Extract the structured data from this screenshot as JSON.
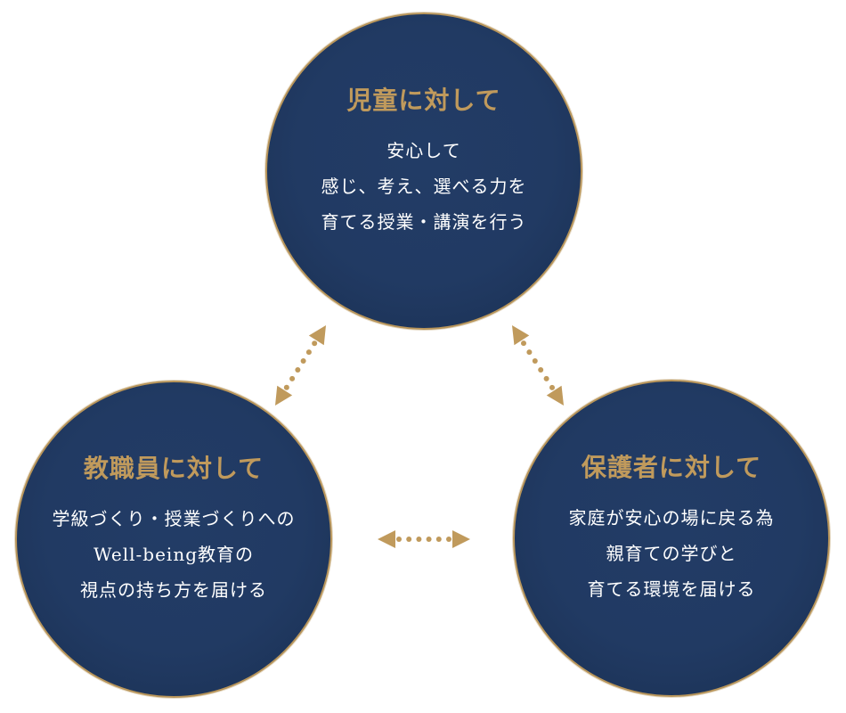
{
  "colors": {
    "circle_fill": "#213a63",
    "accent_gold": "#c09a5c",
    "body_text": "#ffffff",
    "background": "#ffffff"
  },
  "nodes": [
    {
      "id": "children",
      "title": "児童に対して",
      "lines": [
        "安心して",
        "感じ、考え、選べる力を",
        "育てる授業・講演を行う"
      ]
    },
    {
      "id": "staff",
      "title": "教職員に対して",
      "lines": [
        "学級づくり・授業づくりへの",
        "Well-being教育の",
        "視点の持ち方を届ける"
      ]
    },
    {
      "id": "parents",
      "title": "保護者に対して",
      "lines": [
        "家庭が安心の場に戻る為",
        "親育ての学びと",
        "育てる環境を届ける"
      ]
    }
  ],
  "connections": [
    {
      "from": "children",
      "to": "staff",
      "type": "bidirectional-dotted-arrow"
    },
    {
      "from": "children",
      "to": "parents",
      "type": "bidirectional-dotted-arrow"
    },
    {
      "from": "staff",
      "to": "parents",
      "type": "bidirectional-dotted-arrow"
    }
  ]
}
